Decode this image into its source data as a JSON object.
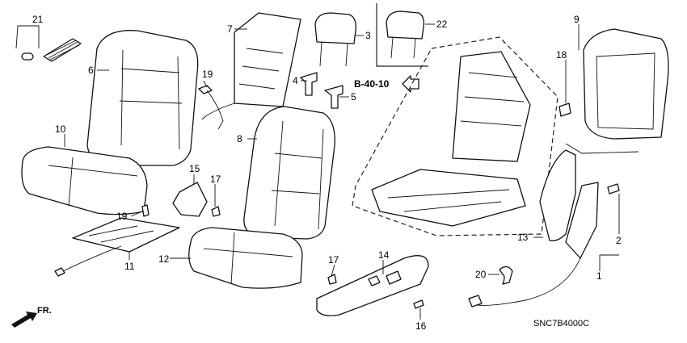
{
  "callouts": {
    "n1": "1",
    "n2": "2",
    "n3": "3",
    "n4": "4",
    "n5": "5",
    "n6": "6",
    "n7": "7",
    "n8": "8",
    "n9": "9",
    "n10": "10",
    "n11": "11",
    "n12": "12",
    "n13": "13",
    "n14": "14",
    "n15": "15",
    "n16": "16",
    "n17a": "17",
    "n17b": "17",
    "n18": "18",
    "n19a": "19",
    "n19b": "19",
    "n20": "20",
    "n21": "21",
    "n22": "22"
  },
  "reference": "B-40-10",
  "direction_label": "FR.",
  "diagram_code": "SNC7B4000C"
}
